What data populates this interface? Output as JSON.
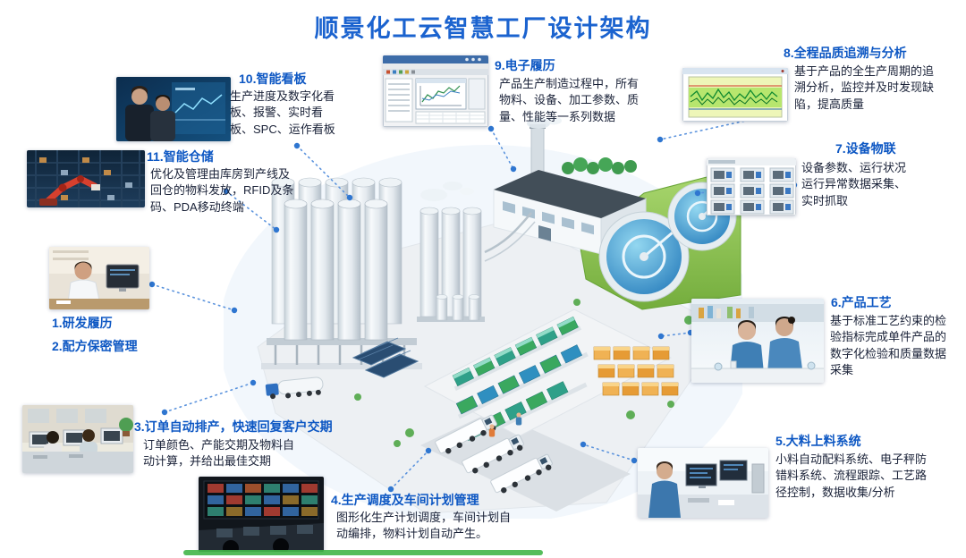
{
  "page": {
    "title": "顺景化工云智慧工厂设计架构"
  },
  "colors": {
    "title_blue": "#1b63cf",
    "label_blue": "#0d57c3",
    "body_text": "#1a2238",
    "connector_blue": "#2f76d0",
    "accent_green": "#43b649"
  },
  "callouts": {
    "c1": {
      "label": "1.研发履历"
    },
    "c2": {
      "label": "2.配方保密管理"
    },
    "c3": {
      "label": "3.订单自动排产，快速回复客户交期",
      "desc": "订单颜色、产能交期及物料自动计算，并给出最佳交期"
    },
    "c4": {
      "label": "4.生产调度及车间计划管理",
      "desc": "图形化生产计划调度，车间计划自动编排，物料计划自动产生。"
    },
    "c5": {
      "label": "5.大料上料系统",
      "desc": "小料自动配料系统、电子秤防错料系统、流程跟踪、工艺路径控制，数据收集/分析"
    },
    "c6": {
      "label": "6.产品工艺",
      "desc": "基于标准工艺约束的检验指标完成单件产品的数字化检验和质量数据采集"
    },
    "c7": {
      "label": "7.设备物联",
      "desc": "设备参数、运行状况运行异常数据采集、实时抓取"
    },
    "c8": {
      "label": "8.全程品质追溯与分析",
      "desc": "基于产品的全生产周期的追溯分析，监控并及时发现缺陷，提高质量"
    },
    "c9": {
      "label": "9.电子履历",
      "desc": "产品生产制造过程中，所有物料、设备、加工参数、质量、性能等一系列数据"
    },
    "c10": {
      "label": "10.智能看板",
      "desc": "生产进度及数字化看板、报警、实时看板、SPC、运作看板"
    },
    "c11": {
      "label": "11.智能仓储",
      "desc": "优化及管理由库房到产线及回仓的物料发放，RFID及条码、PDA移动终端"
    }
  }
}
